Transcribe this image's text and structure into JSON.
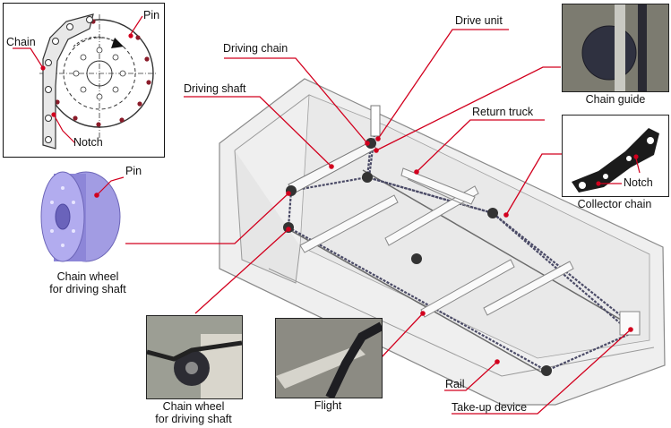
{
  "labels": {
    "pin_top": "Pin",
    "chain": "Chain",
    "notch_top": "Notch",
    "pin_wheel": "Pin",
    "chain_wheel_1_line1": "Chain wheel",
    "chain_wheel_1_line2": "for driving shaft",
    "driving_chain": "Driving chain",
    "driving_shaft": "Driving shaft",
    "drive_unit": "Drive unit",
    "chain_guide": "Chain guide",
    "return_truck": "Return truck",
    "notch_collector": "Notch",
    "collector_chain": "Collector chain",
    "chain_wheel_2_line1": "Chain wheel",
    "chain_wheel_2_line2": "for driving shaft",
    "flight": "Flight",
    "rail": "Rail",
    "take_up_device": "Take-up device"
  },
  "colors": {
    "leader": "#d2001e",
    "tank_fill": "#eeeeee",
    "tank_stroke": "#8a8a8a",
    "chain": "#4a4a66",
    "wheel": "#8d86d8",
    "shaft": "#f8f8f8"
  }
}
